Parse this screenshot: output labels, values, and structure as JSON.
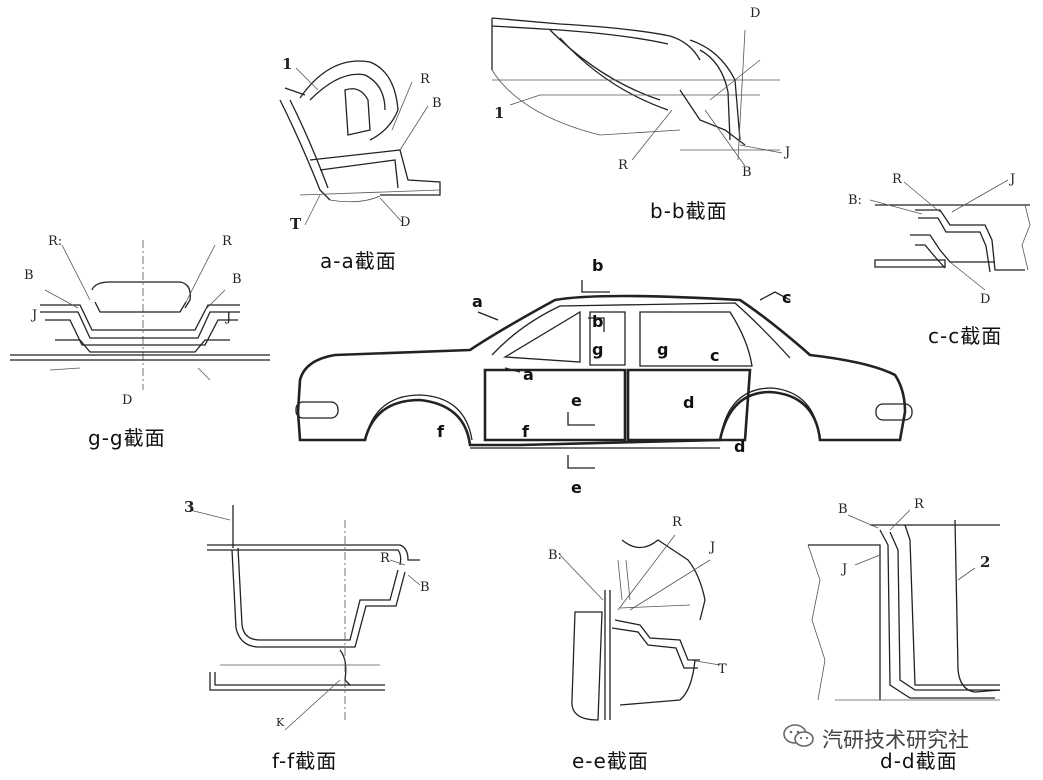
{
  "captions": {
    "aa": "a-a截面",
    "bb": "b-b截面",
    "cc": "c-c截面",
    "gg": "g-g截面",
    "ff": "f-f截面",
    "ee": "e-e截面",
    "dd": "d-d截面"
  },
  "section_markers": {
    "a": "a",
    "b": "b",
    "c": "c",
    "d": "d",
    "e": "e",
    "f": "f",
    "g": "g"
  },
  "labels": {
    "one": "1",
    "two": "2",
    "three": "3",
    "R": "R",
    "B": "B",
    "D": "D",
    "J": "J",
    "T": "T",
    "K": "K",
    "R_colon": "R:",
    "B_colon": "B:"
  },
  "watermark": {
    "icon": "wechat-icon",
    "text": "汽研技术研究社"
  }
}
